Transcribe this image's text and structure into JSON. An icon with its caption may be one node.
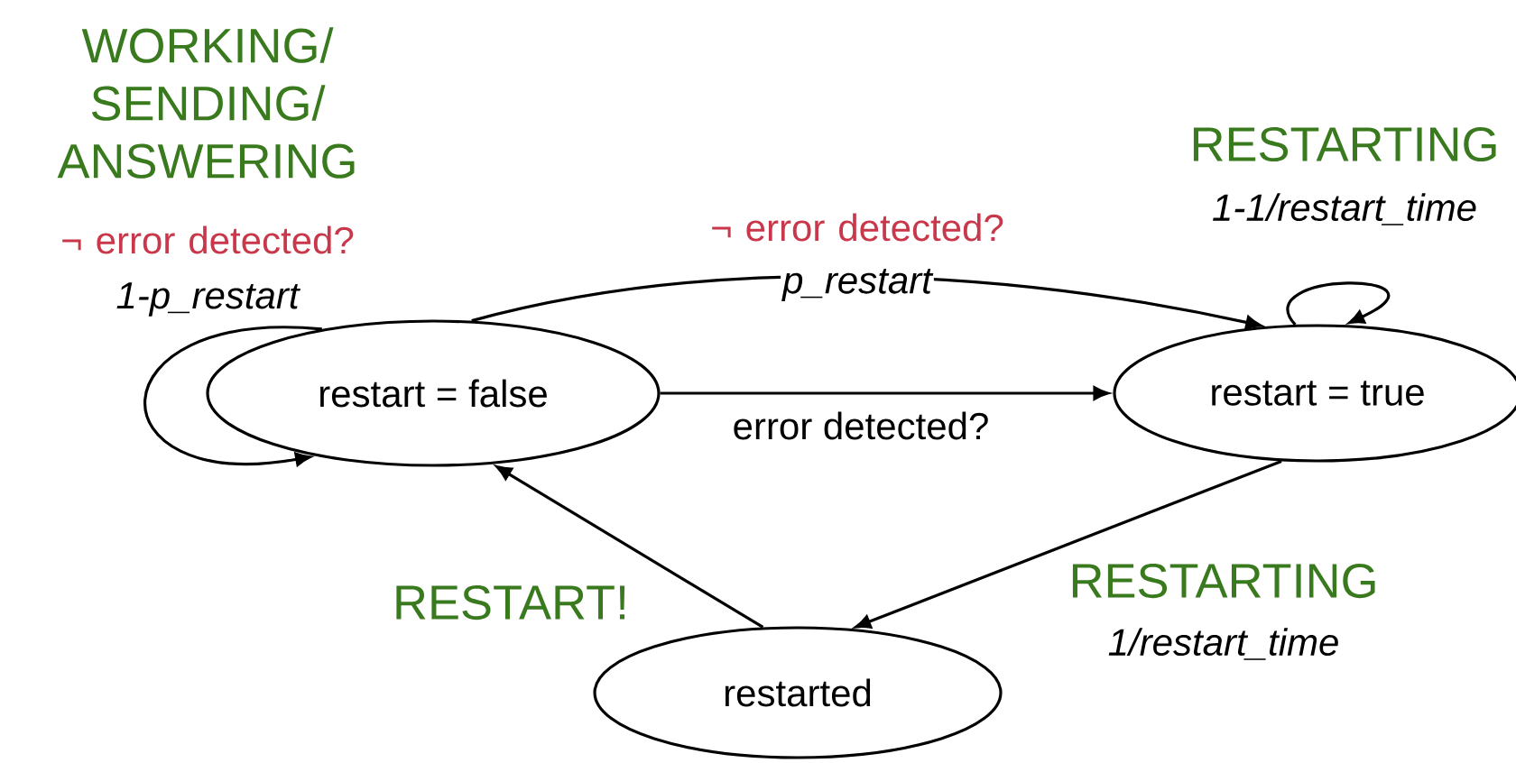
{
  "diagram": {
    "nodes": [
      {
        "text": [
          "restart = false"
        ]
      },
      {
        "text": [
          "restart = true"
        ]
      },
      {
        "text": [
          "restarted"
        ]
      }
    ],
    "edges": [
      {
        "from": 0,
        "to": 0,
        "arrow": "to",
        "label": "1-p_restart"
      },
      {
        "from": 0,
        "to": 1,
        "arrow": "to",
        "label": "p_restart"
      },
      {
        "from": 0,
        "to": 1,
        "arrow": "to",
        "label": "error detected?"
      },
      {
        "from": 1,
        "to": 1,
        "arrow": "to",
        "label": "1-1/restart_time"
      },
      {
        "from": 1,
        "to": 2,
        "arrow": "to",
        "label": "1/restart_time"
      },
      {
        "from": 2,
        "to": 0,
        "arrow": "to"
      }
    ],
    "labels": [
      "WORKING/ SENDING/ ANSWERING",
      "RESTARTING",
      "¬ error detected?",
      "¬ error detected?",
      "RESTARTING",
      "RESTART!"
    ]
  }
}
